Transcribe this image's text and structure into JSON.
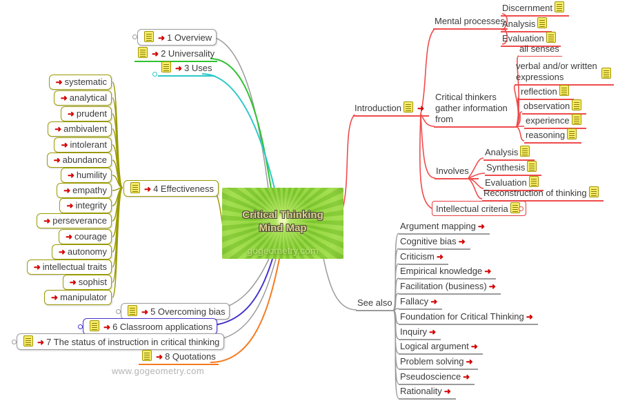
{
  "center": {
    "title_line1": "Critical Thinking",
    "title_line2": "Mind Map",
    "watermark": "gogeometry.com"
  },
  "footer_url": "www.gogeometry.com",
  "topics": [
    "1 Overview",
    "2 Universality",
    "3 Uses",
    "4 Effectiveness",
    "5 Overcoming bias",
    "6 Classroom applications",
    "7 The status of instruction in critical thinking",
    "8 Quotations"
  ],
  "traits": [
    "systematic",
    "analytical",
    "prudent",
    "ambivalent",
    "intolerant",
    "abundance",
    "humility",
    "empathy",
    "integrity",
    "perseverance",
    "courage",
    "autonomy",
    "intellectual traits",
    "sophist",
    "manipulator"
  ],
  "introduction": {
    "label": "Introduction",
    "branches": [
      {
        "label": "Mental processes",
        "children": [
          "Discernment",
          "Analysis",
          "Evaluation"
        ]
      },
      {
        "label": "Critical thinkers gather information from",
        "children": [
          "all senses",
          "verbal and/or written expressions",
          "reflection",
          "observation",
          "experience",
          "reasoning"
        ]
      },
      {
        "label": "Involves",
        "children": [
          "Analysis",
          "Synthesis",
          "Evaluation",
          "Reconstruction of thinking"
        ]
      },
      {
        "label": "Intellectual criteria",
        "children": []
      }
    ]
  },
  "see_also": {
    "label": "See also",
    "items": [
      "Argument mapping",
      "Cognitive bias",
      "Criticism",
      "Empirical knowledge",
      "Facilitation (business)",
      "Fallacy",
      "Foundation for Critical Thinking",
      "Inquiry",
      "Logical argument",
      "Problem solving",
      "Pseudoscience",
      "Rationality"
    ]
  },
  "colors": {
    "branch_red": "#ef4a4a",
    "branch_olive": "#9a9a00",
    "branch_gray": "#9a9a9a",
    "branch_green": "#2ec22e",
    "branch_cyan": "#2cc7c7",
    "branch_blue": "#4433cc",
    "branch_orange": "#f57b20",
    "arrow_red": "#d40000",
    "note_yellow": "#f6ec6a"
  }
}
